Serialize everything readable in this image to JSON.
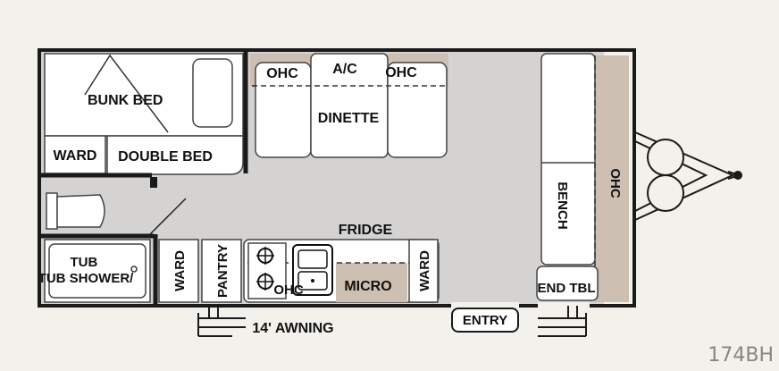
{
  "floorplan": {
    "model": "174BH",
    "colors": {
      "background": "#f3f1ec",
      "floor": "#d4d3d2",
      "cabinet": "#cdbfb1",
      "wall": "#1a1a1a",
      "furniture": "#ffffff"
    },
    "labels": {
      "bunk_bed": "BUNK BED",
      "double_bed": "DOUBLE BED",
      "ward_top": "WARD",
      "ohc_left": "OHC",
      "ac": "A/C",
      "ohc_mid": "OHC",
      "dinette": "DINETTE",
      "fridge": "FRIDGE",
      "tub_shower": "TUB SHOWER/",
      "ward_bath": "WARD",
      "pantry": "PANTRY",
      "ohc_kitchen": "OHC",
      "micro": "MICRO",
      "ward_kitchen": "WARD",
      "bench": "BENCH",
      "ohc_front": "OHC",
      "end_table": "END TBL",
      "entry": "ENTRY",
      "awning": "14' AWNING"
    }
  }
}
